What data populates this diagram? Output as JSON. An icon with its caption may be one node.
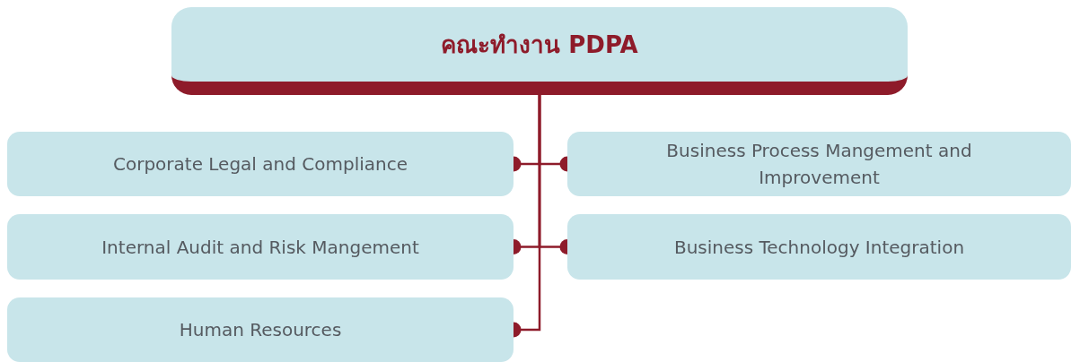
{
  "diagram": {
    "nodes": [
      {
        "text": [
          "คณะทำงาน PDPA"
        ]
      },
      {
        "text": [
          "Corporate Legal and Compliance"
        ]
      },
      {
        "text": [
          "Business Process Mangement and Improvement"
        ]
      },
      {
        "text": [
          "Internal Audit and Risk Mangement"
        ]
      },
      {
        "text": [
          "Business Technology Integration"
        ]
      },
      {
        "text": [
          "Human Resources"
        ]
      }
    ],
    "edges": [
      {
        "from": 0,
        "to": 1,
        "arrow": "other"
      },
      {
        "from": 0,
        "to": 2,
        "arrow": "other"
      },
      {
        "from": 0,
        "to": 3,
        "arrow": "other"
      },
      {
        "from": 0,
        "to": 4,
        "arrow": "other"
      },
      {
        "from": 0,
        "to": 5,
        "arrow": "other"
      }
    ]
  }
}
